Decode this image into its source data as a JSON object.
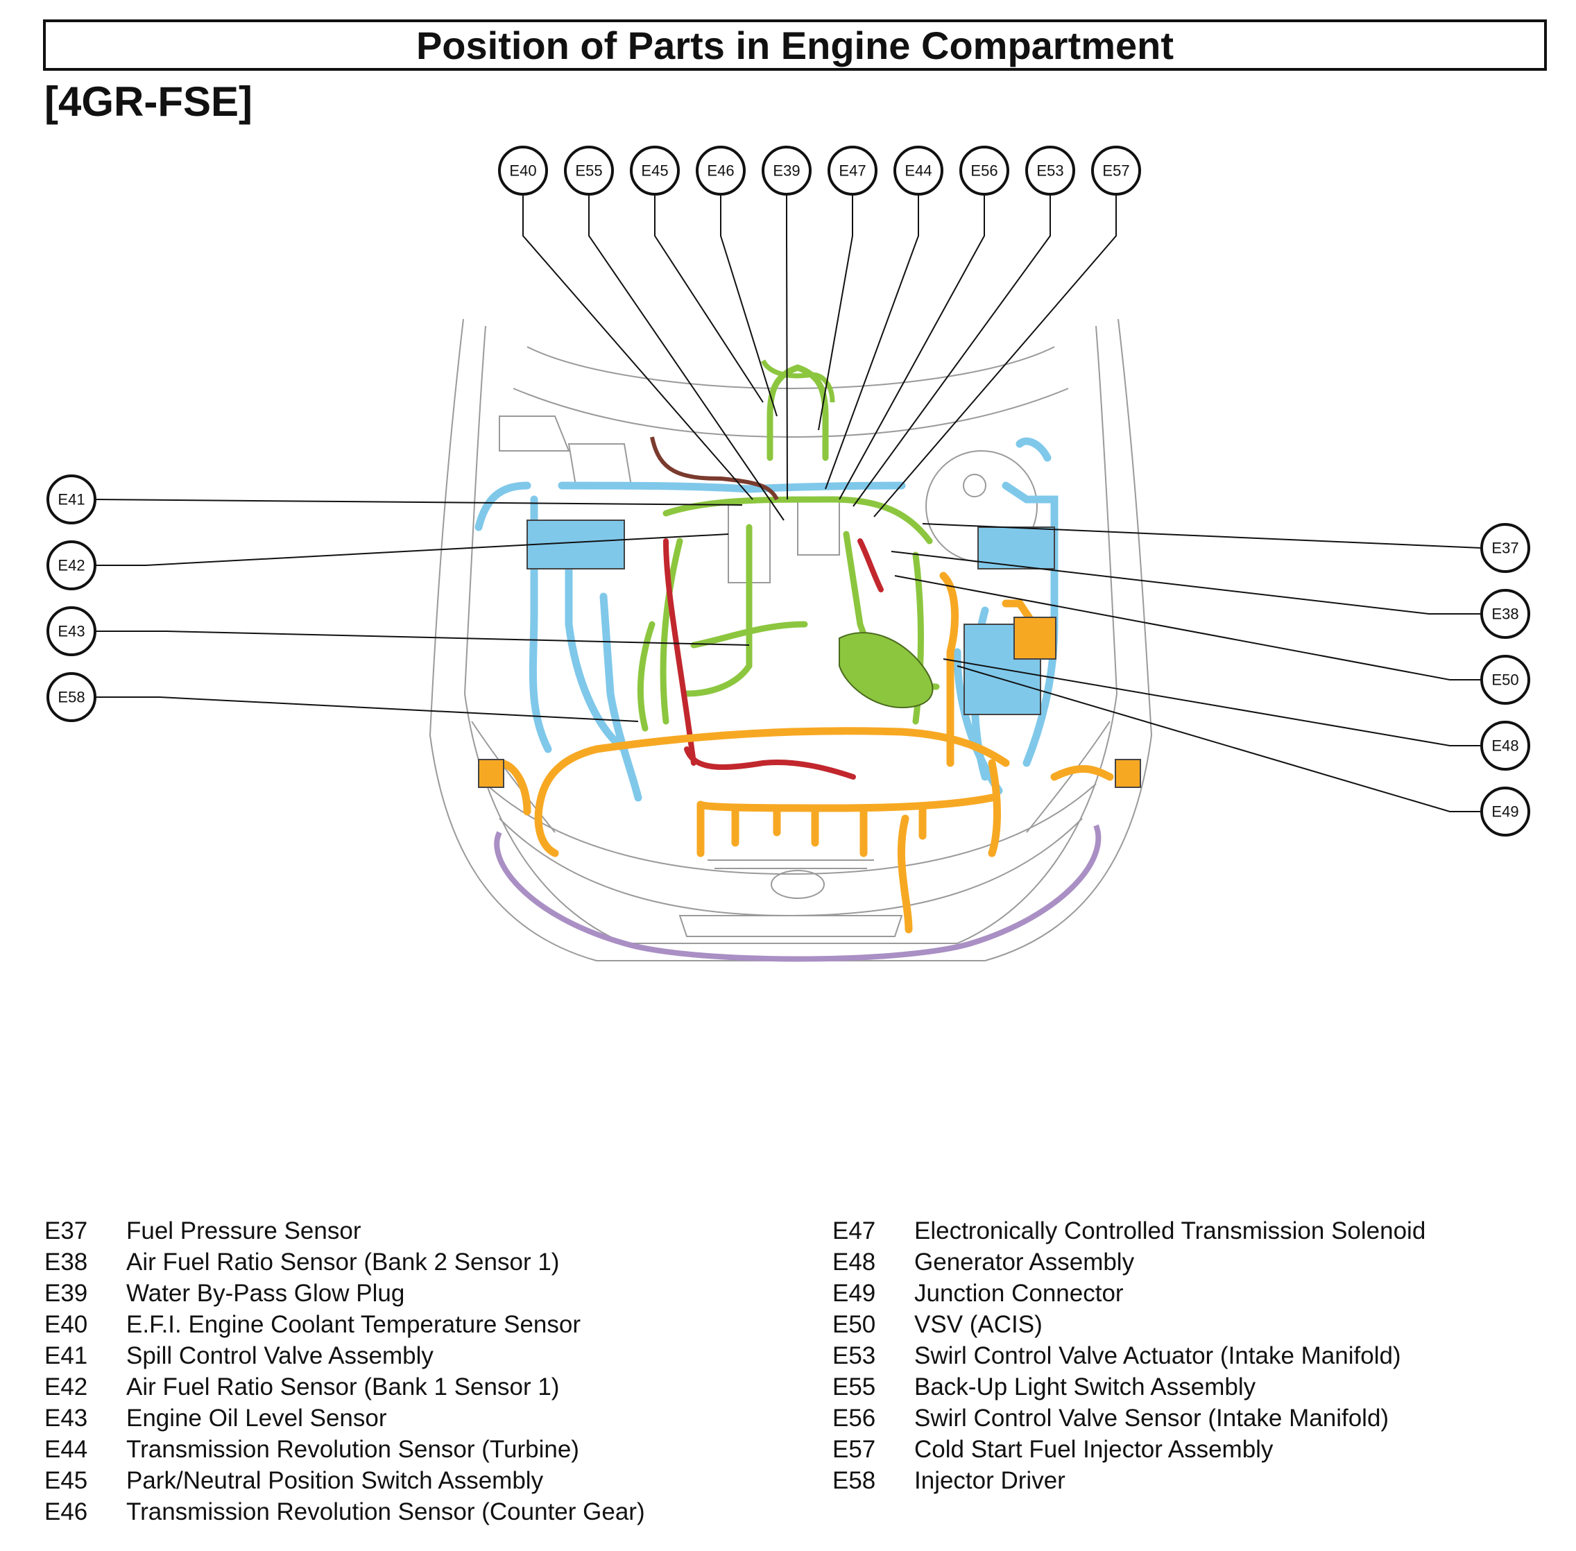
{
  "header": {
    "title": "Position of Parts in Engine Compartment",
    "subtitle": "[4GR-FSE]"
  },
  "callouts": {
    "E40": "E40",
    "E55": "E55",
    "E45": "E45",
    "E46": "E46",
    "E39": "E39",
    "E47": "E47",
    "E44": "E44",
    "E56": "E56",
    "E53": "E53",
    "E57": "E57",
    "E41": "E41",
    "E42": "E42",
    "E43": "E43",
    "E58": "E58",
    "E37": "E37",
    "E38": "E38",
    "E50": "E50",
    "E48": "E48",
    "E49": "E49"
  },
  "harness_colors": {
    "engine_wire": "#8cc63f",
    "engine_room_main": "#7fc8ea",
    "front_wire": "#f7a823",
    "injector_wire": "#c1272d",
    "bumper_wire": "#a98fc4",
    "sensor_wire": "#7a3b2e",
    "outline": "#999999"
  },
  "legend": {
    "left": [
      {
        "code": "E37",
        "name": "Fuel Pressure Sensor"
      },
      {
        "code": "E38",
        "name": "Air Fuel Ratio Sensor (Bank 2 Sensor 1)"
      },
      {
        "code": "E39",
        "name": "Water By-Pass Glow Plug"
      },
      {
        "code": "E40",
        "name": "E.F.I. Engine Coolant Temperature Sensor"
      },
      {
        "code": "E41",
        "name": "Spill Control Valve Assembly"
      },
      {
        "code": "E42",
        "name": "Air Fuel Ratio Sensor (Bank 1 Sensor 1)"
      },
      {
        "code": "E43",
        "name": "Engine Oil Level Sensor"
      },
      {
        "code": "E44",
        "name": "Transmission Revolution Sensor (Turbine)"
      },
      {
        "code": "E45",
        "name": "Park/Neutral Position Switch Assembly"
      },
      {
        "code": "E46",
        "name": "Transmission Revolution Sensor (Counter Gear)"
      }
    ],
    "right": [
      {
        "code": "E47",
        "name": "Electronically Controlled Transmission Solenoid"
      },
      {
        "code": "E48",
        "name": "Generator Assembly"
      },
      {
        "code": "E49",
        "name": "Junction Connector"
      },
      {
        "code": "E50",
        "name": "VSV (ACIS)"
      },
      {
        "code": "E53",
        "name": "Swirl Control Valve Actuator (Intake Manifold)"
      },
      {
        "code": "E55",
        "name": "Back-Up Light Switch Assembly"
      },
      {
        "code": "E56",
        "name": "Swirl Control Valve Sensor (Intake Manifold)"
      },
      {
        "code": "E57",
        "name": "Cold Start Fuel Injector Assembly"
      },
      {
        "code": "E58",
        "name": "Injector Driver"
      }
    ]
  }
}
